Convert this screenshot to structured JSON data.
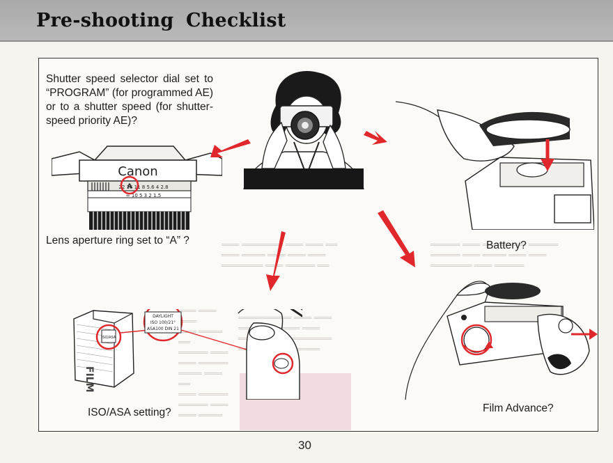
{
  "page": {
    "title": "Pre-shooting  Checklist",
    "page_number": "30"
  },
  "captions": {
    "shutter": "Shutter speed selector dial set to “PROGRAM” (for programmed AE) or to a shutter speed (for shutter-speed priority AE)?",
    "lens": "Lens aperture ring set to “A” ?",
    "battery": "Battery?",
    "iso": "ISO/ASA setting?",
    "film": "Film Advance?"
  },
  "illustrations": {
    "camera_brand": "Canon",
    "aperture_mark": "A",
    "film_box_label": "FILM",
    "film_box_tag": "ISO/ASA",
    "film_tag_lines": [
      "DAYLIGHT",
      "ISO 100/21°",
      "ASA100 DIN 21"
    ],
    "shutter_scale": "22 16 11 8 5.6 4 2.8",
    "distance_scale": "∞ 10 5 3 2 1.5"
  },
  "colors": {
    "accent_red": "#e0282c",
    "header_band": "#b0b0b0",
    "ink": "#1c1c1c",
    "bleed_text": "#cfcac4",
    "bleed_pink": "#f3dcdf"
  }
}
